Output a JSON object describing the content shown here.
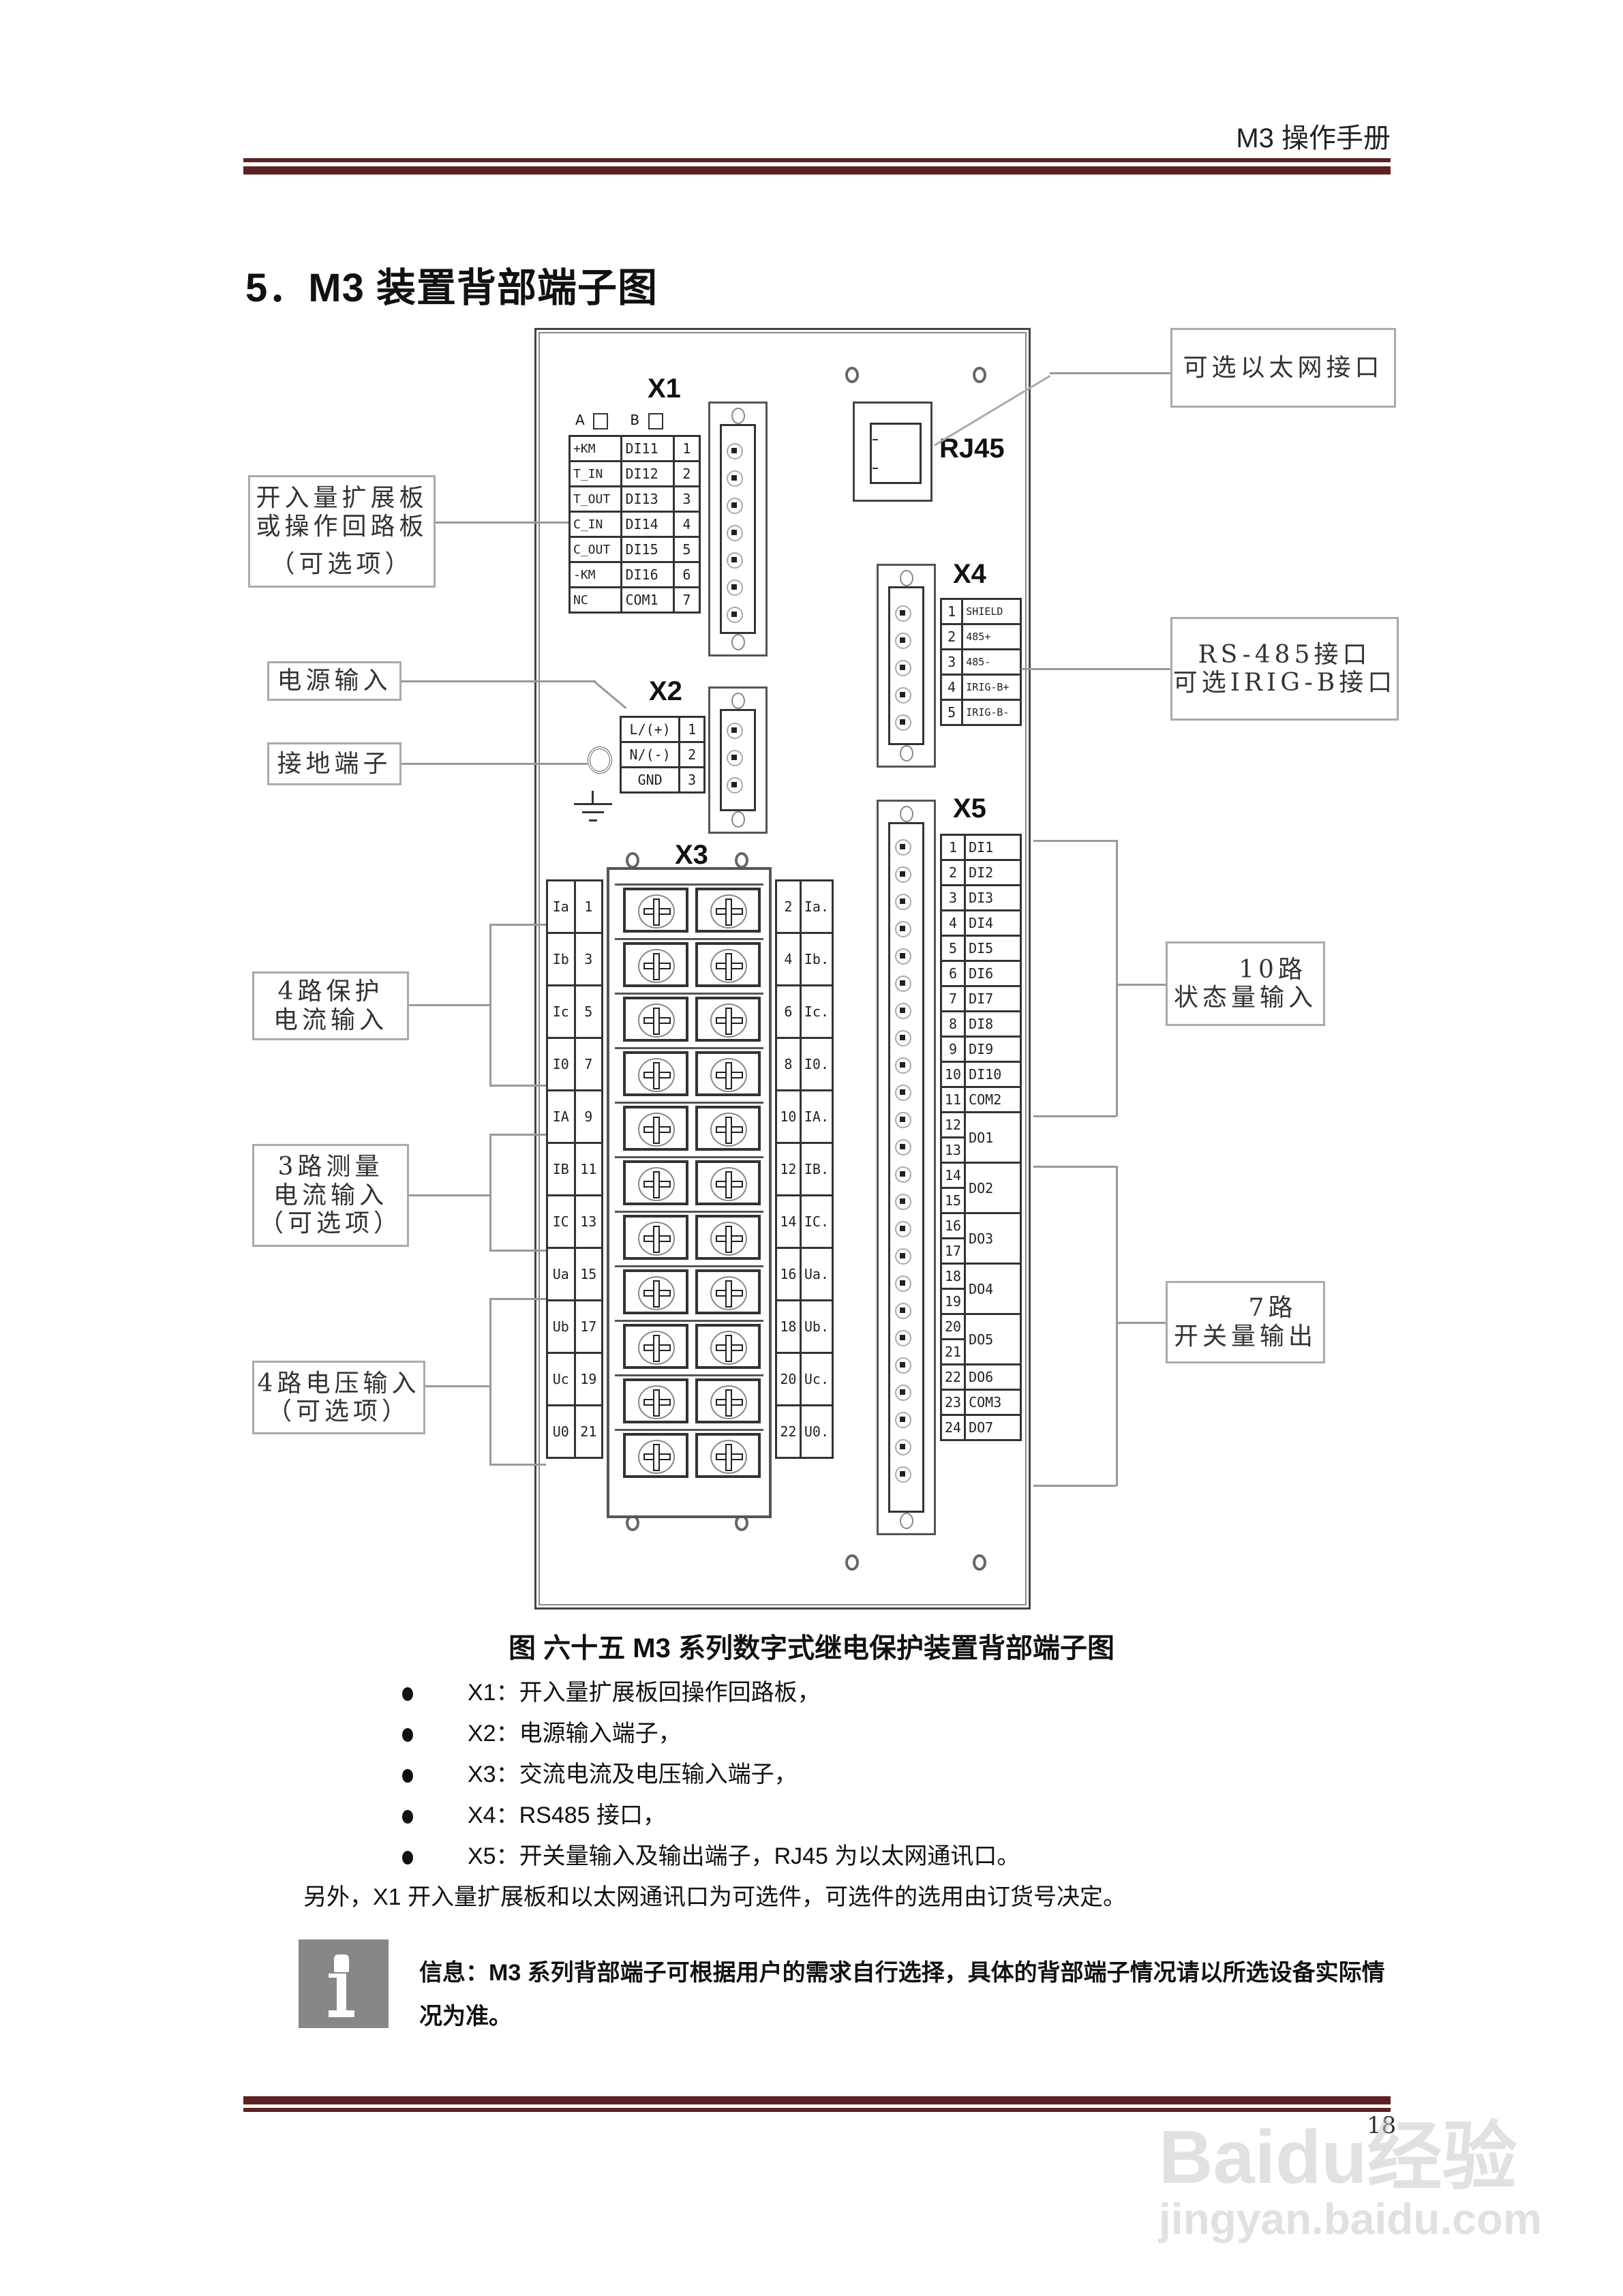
{
  "header": {
    "running_title": "M3 操作手册"
  },
  "section": {
    "title": "5．M3 装置背部端子图"
  },
  "diagram": {
    "x1": {
      "label": "X1",
      "selector": {
        "a": "A",
        "b": "B"
      },
      "rows": [
        {
          "signal": "+KM",
          "di": "DI11",
          "pin": "1"
        },
        {
          "signal": "T_IN",
          "di": "DI12",
          "pin": "2"
        },
        {
          "signal": "T_OUT",
          "di": "DI13",
          "pin": "3"
        },
        {
          "signal": "C_IN",
          "di": "DI14",
          "pin": "4"
        },
        {
          "signal": "C_OUT",
          "di": "DI15",
          "pin": "5"
        },
        {
          "signal": "-KM",
          "di": "DI16",
          "pin": "6"
        },
        {
          "signal": "NC",
          "di": "COM1",
          "pin": "7"
        }
      ]
    },
    "rj45": {
      "label": "RJ45"
    },
    "x2": {
      "label": "X2",
      "rows": [
        {
          "signal": "L/(+)",
          "pin": "1"
        },
        {
          "signal": "N/(-)",
          "pin": "2"
        },
        {
          "signal": "GND",
          "pin": "3"
        }
      ]
    },
    "x3": {
      "label": "X3",
      "left": [
        {
          "signal": "Ia",
          "pin": "1"
        },
        {
          "signal": "Ib",
          "pin": "3"
        },
        {
          "signal": "Ic",
          "pin": "5"
        },
        {
          "signal": "I0",
          "pin": "7"
        },
        {
          "signal": "IA",
          "pin": "9"
        },
        {
          "signal": "IB",
          "pin": "11"
        },
        {
          "signal": "IC",
          "pin": "13"
        },
        {
          "signal": "Ua",
          "pin": "15"
        },
        {
          "signal": "Ub",
          "pin": "17"
        },
        {
          "signal": "Uc",
          "pin": "19"
        },
        {
          "signal": "U0",
          "pin": "21"
        }
      ],
      "right": [
        {
          "pin": "2",
          "signal": "Ia."
        },
        {
          "pin": "4",
          "signal": "Ib."
        },
        {
          "pin": "6",
          "signal": "Ic."
        },
        {
          "pin": "8",
          "signal": "I0."
        },
        {
          "pin": "10",
          "signal": "IA."
        },
        {
          "pin": "12",
          "signal": "IB."
        },
        {
          "pin": "14",
          "signal": "IC."
        },
        {
          "pin": "16",
          "signal": "Ua."
        },
        {
          "pin": "18",
          "signal": "Ub."
        },
        {
          "pin": "20",
          "signal": "Uc."
        },
        {
          "pin": "22",
          "signal": "U0."
        }
      ]
    },
    "x4": {
      "label": "X4",
      "rows": [
        {
          "pin": "1",
          "signal": "SHIELD"
        },
        {
          "pin": "2",
          "signal": "485+"
        },
        {
          "pin": "3",
          "signal": "485-"
        },
        {
          "pin": "4",
          "signal": "IRIG-B+"
        },
        {
          "pin": "5",
          "signal": "IRIG-B-"
        }
      ]
    },
    "x5": {
      "label": "X5",
      "rows": [
        {
          "pins": [
            "1"
          ],
          "signal": "DI1"
        },
        {
          "pins": [
            "2"
          ],
          "signal": "DI2"
        },
        {
          "pins": [
            "3"
          ],
          "signal": "DI3"
        },
        {
          "pins": [
            "4"
          ],
          "signal": "DI4"
        },
        {
          "pins": [
            "5"
          ],
          "signal": "DI5"
        },
        {
          "pins": [
            "6"
          ],
          "signal": "DI6"
        },
        {
          "pins": [
            "7"
          ],
          "signal": "DI7"
        },
        {
          "pins": [
            "8"
          ],
          "signal": "DI8"
        },
        {
          "pins": [
            "9"
          ],
          "signal": "DI9"
        },
        {
          "pins": [
            "10"
          ],
          "signal": "DI10"
        },
        {
          "pins": [
            "11"
          ],
          "signal": "COM2"
        },
        {
          "pins": [
            "12",
            "13"
          ],
          "signal": "DO1"
        },
        {
          "pins": [
            "14",
            "15"
          ],
          "signal": "DO2"
        },
        {
          "pins": [
            "16",
            "17"
          ],
          "signal": "DO3"
        },
        {
          "pins": [
            "18",
            "19"
          ],
          "signal": "DO4"
        },
        {
          "pins": [
            "20",
            "21"
          ],
          "signal": "DO5"
        },
        {
          "pins": [
            "22"
          ],
          "signal": "DO6"
        },
        {
          "pins": [
            "23"
          ],
          "signal": "COM3"
        },
        {
          "pins": [
            "24"
          ],
          "signal": "DO7"
        }
      ]
    },
    "callouts": {
      "x1_board": [
        "开入量扩展板",
        "或操作回路板",
        "（可选项）"
      ],
      "power_input": "电源输入",
      "ground": "接地端子",
      "protection_current": [
        "4路保护",
        "电流输入"
      ],
      "measure_current": [
        "3路测量",
        "电流输入",
        "（可选项）"
      ],
      "voltage": [
        "4路电压输入",
        "（可选项）"
      ],
      "ethernet": "可选以太网接口",
      "rs485": [
        "RS-485接口",
        "可选IRIG-B接口"
      ],
      "status_input": [
        "10路",
        "状态量输入"
      ],
      "switch_output": [
        "7路",
        "开关量输出"
      ]
    }
  },
  "caption": "图  六十五    M3 系列数字式继电保护装置背部端子图",
  "bullets": [
    "X1：开入量扩展板回操作回路板，",
    "X2：电源输入端子，",
    "X3：交流电流及电压输入端子，",
    "X4：RS485 接口，",
    "X5：开关量输入及输出端子，RJ45 为以太网通讯口。"
  ],
  "note": "另外，X1 开入量扩展板和以太网通讯口为可选件，可选件的选用由订货号决定。",
  "info": {
    "icon": "info-icon",
    "text": "信息：M3 系列背部端子可根据用户的需求自行选择，具体的背部端子情况请以所选设备实际情况为准。"
  },
  "footer": {
    "page_number": "18"
  },
  "watermark": {
    "brand": "Baidu经验",
    "url": "jingyan.baidu.com"
  },
  "colors": {
    "rule": "#5e2222",
    "info_icon_bg": "#878787",
    "callout_border": "#aaaaaa"
  }
}
